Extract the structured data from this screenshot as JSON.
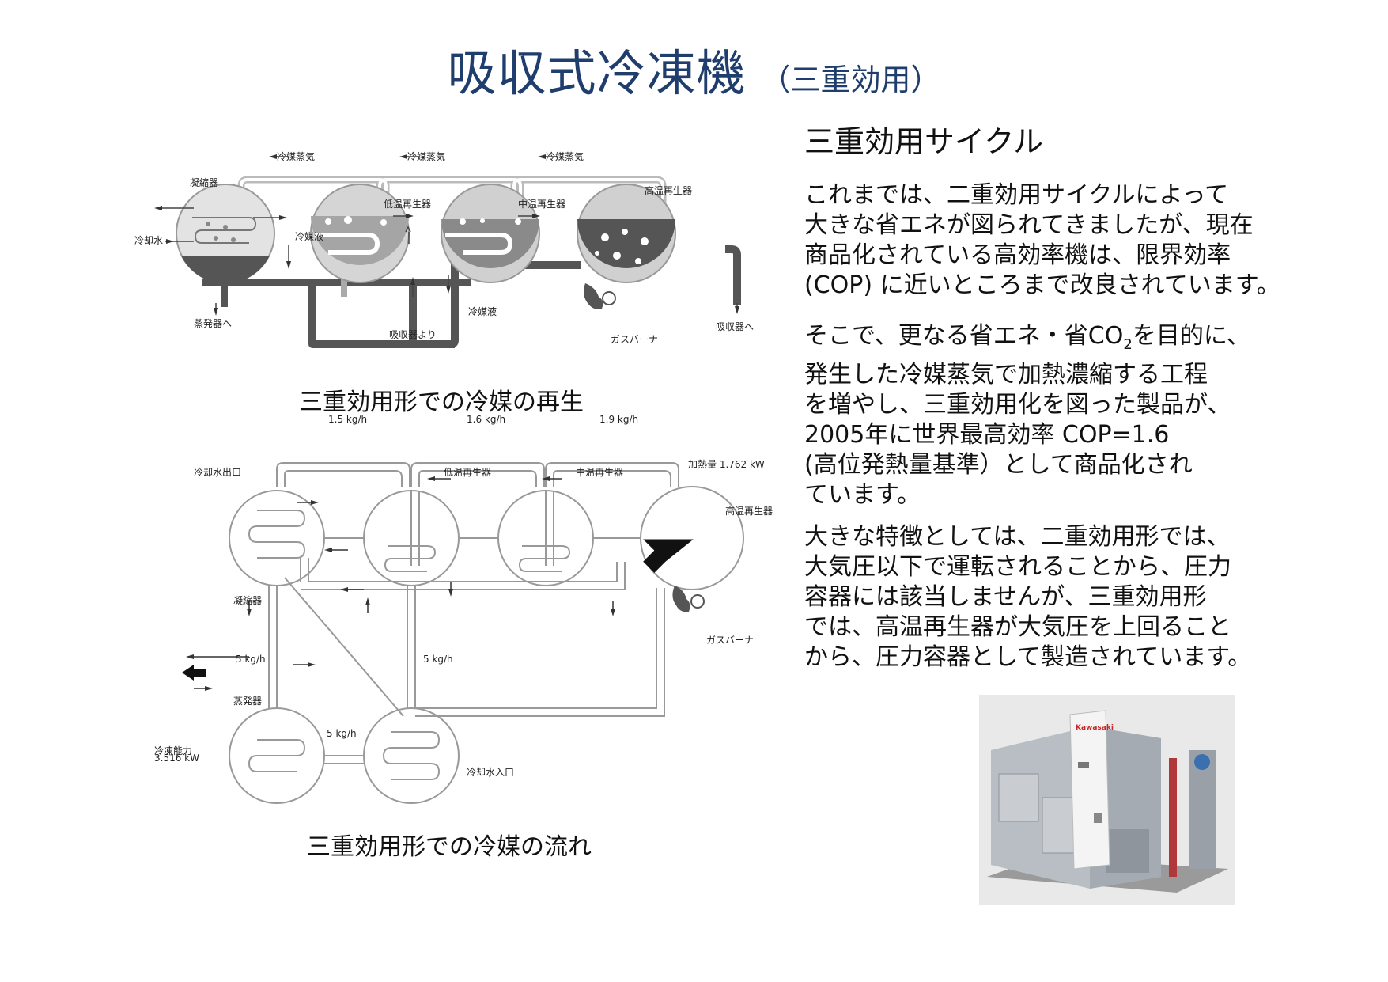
{
  "title": {
    "main": "吸収式冷凍機",
    "sub": "（三重効用）"
  },
  "heading": "三重効用サイクル",
  "paragraphs": {
    "p1": "これまでは、二重効用サイクルによって\n大きな省エネが図られてきましたが、現在\n商品化されている高効率機は、限界効率\n(COP) に近いところまで改良されています。",
    "p2_before": "そこで、更なる省エネ・省CO",
    "p2_sub": "2",
    "p2_after": "を目的に、\n発生した冷媒蒸気で加熱濃縮する工程\nを増やし、三重効用化を図った製品が、\n2005年に世界最高効率 COP=1.6\n(高位発熱量基準）として商品化され\nています。",
    "p3": "大きな特徴としては、二重効用形では、\n大気圧以下で運転されることから、圧力\n容器には該当しませんが、三重効用形\nでは、高温再生器が大気圧を上回ること\nから、圧力容器として製造されています。"
  },
  "diagram1": {
    "caption": "三重効用形での冷媒の再生",
    "labels": {
      "vapor": "冷媒蒸気",
      "condenser": "凝縮器",
      "low_gen": "低温再生器",
      "mid_gen": "中温再生器",
      "high_gen": "高温再生器",
      "cooling_water": "冷却水",
      "refrigerant_liquid": "冷媒液",
      "to_evaporator": "蒸発器へ",
      "from_absorber": "吸収器より",
      "refrigerant_liquid2": "冷媒液",
      "gas_burner": "ガスバーナ",
      "to_absorber": "吸収器へ"
    }
  },
  "diagram2": {
    "caption": "三重効用形での冷媒の流れ",
    "labels": {
      "flow1": "1.5 kg/h",
      "flow2": "1.6 kg/h",
      "flow3": "1.9 kg/h",
      "cw_out": "冷却水出口",
      "low_gen": "低温再生器",
      "mid_gen": "中温再生器",
      "heat": "加熱量 1.762 kW",
      "high_gen": "高温再生器",
      "condenser": "凝縮器",
      "gas_burner": "ガスバーナ",
      "flow_5a": "5 kg/h",
      "flow_5b": "5 kg/h",
      "evaporator": "蒸発器",
      "flow_5c": "5 kg/h",
      "capacity": "冷凍能力",
      "capacity_val": "3.516 kW",
      "cw_in": "冷却水入口"
    }
  },
  "photo": {
    "brand": "Kawasaki"
  }
}
